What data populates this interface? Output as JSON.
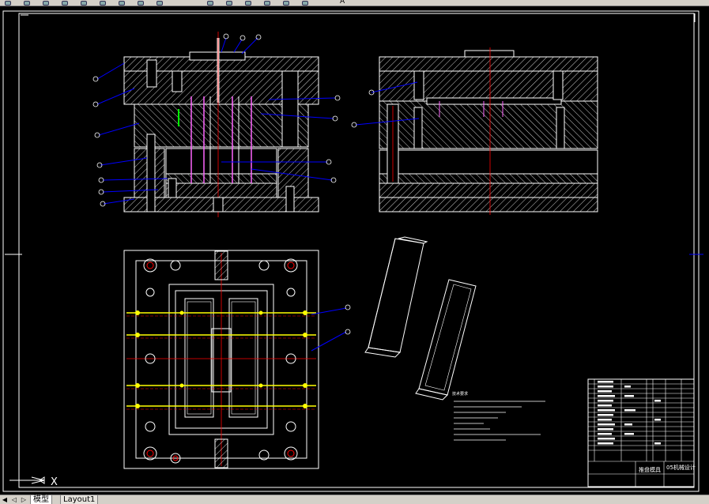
{
  "toolbar": {
    "buttons": [
      "redo-icon",
      "undo-icon",
      "pan-icon",
      "zoom-realtime-icon",
      "zoom-window-icon",
      "zoom-previous-icon",
      "properties-icon",
      "design-center-icon",
      "tool-palettes-icon",
      "sheet-set-icon",
      "markup-icon",
      "quickcalc-icon",
      "layer-icon",
      "color-icon",
      "match-icon"
    ],
    "text_glyph": "A"
  },
  "drawing": {
    "title_block": {
      "part_name": "推盘模具",
      "school_text": "05机械设计"
    },
    "notes_title": "技术要求",
    "ucs_x_label": "X"
  },
  "tabs": [
    {
      "label": "模型",
      "active": true
    },
    {
      "label": "Layout1",
      "active": false
    }
  ],
  "colors": {
    "background": "#000000",
    "outline": "#ffffff",
    "hatch": "#ffffff",
    "centerline": "#ff0000",
    "leader": "#0000ff",
    "ejector": "#ff66ff",
    "cooling": "#ffff00",
    "green": "#00ff00"
  }
}
